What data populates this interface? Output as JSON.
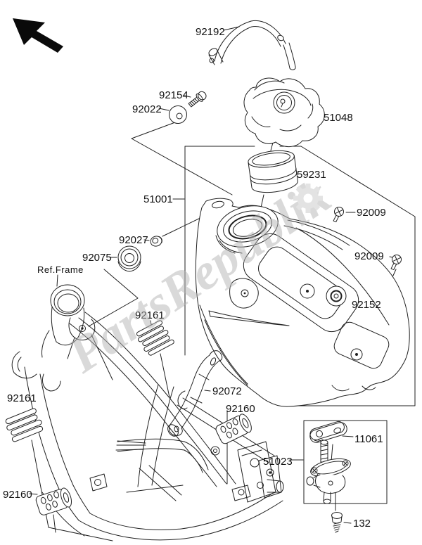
{
  "watermark": {
    "text": "PartsRepublik",
    "icon": "gear-icon",
    "color": "#c9c9c9"
  },
  "reference": {
    "frame": "Ref.Frame"
  },
  "parts": {
    "breather_hose": "92192",
    "cap_bolt": "92154",
    "washer": "92022",
    "tank_cap": "51048",
    "holder_ring": "59231",
    "fuel_tank": "51001",
    "screw_upper": "92009",
    "screw_rear": "92009",
    "damper_round": "92152",
    "collar": "92027",
    "damper_front": "92075",
    "damper_ribbed_upper": "92161",
    "damper_ribbed_lower": "92161",
    "tank_band": "92072",
    "damper_cyl_mid": "92160",
    "damper_cyl_lower": "92160",
    "fuel_tap": "51023",
    "tap_gasket": "11061",
    "tap_bolt": "132"
  }
}
